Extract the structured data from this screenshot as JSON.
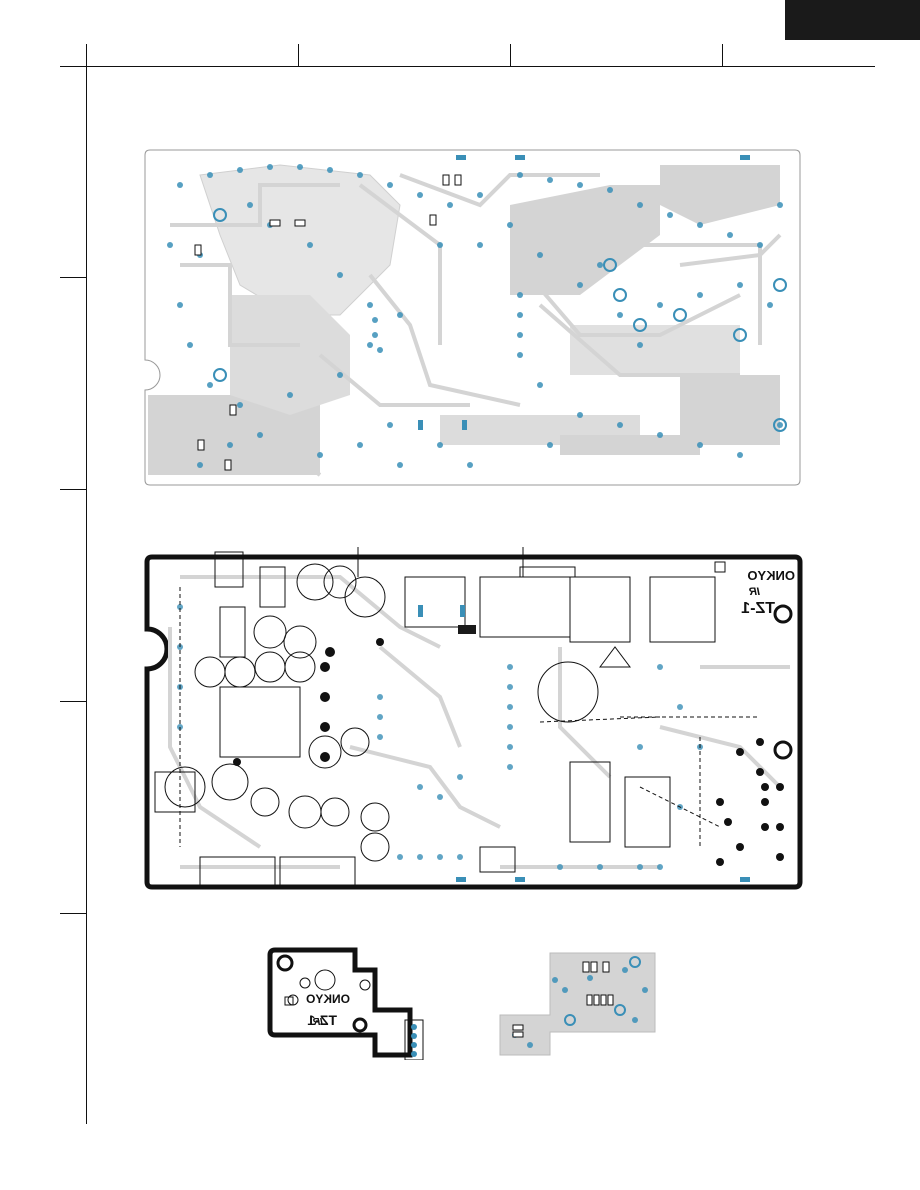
{
  "page": {
    "corner_tab_color": "#1a1a1a",
    "trace_color": "#d4d4d4",
    "pad_color": "#3a8fb7",
    "board_outline_color": "#111111"
  },
  "bottom_board": {
    "brand_mark": "ONKYO",
    "model_mark": "TZ-1",
    "logo_mark": "IR"
  },
  "sub_board_left": {
    "brand_mark": "ONKYO",
    "model_mark": "TZ-1",
    "logo_mark": "IR"
  }
}
